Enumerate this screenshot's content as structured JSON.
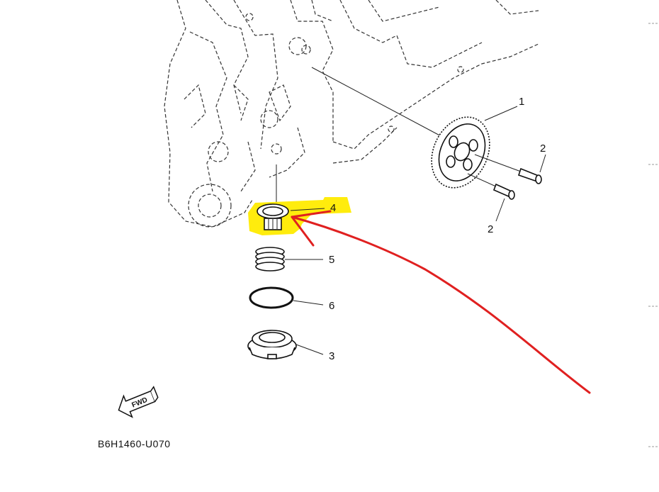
{
  "diagram": {
    "callouts": [
      {
        "id": "1",
        "label": "1"
      },
      {
        "id": "2a",
        "label": "2"
      },
      {
        "id": "2b",
        "label": "2"
      },
      {
        "id": "4",
        "label": "4"
      },
      {
        "id": "5",
        "label": "5"
      },
      {
        "id": "6",
        "label": "6"
      },
      {
        "id": "3",
        "label": "3"
      }
    ],
    "fwd_label": "FWD",
    "drawing_code": "B6H1460-U070",
    "highlight_color": "#ffeb00",
    "annotation_color": "#e02020"
  }
}
